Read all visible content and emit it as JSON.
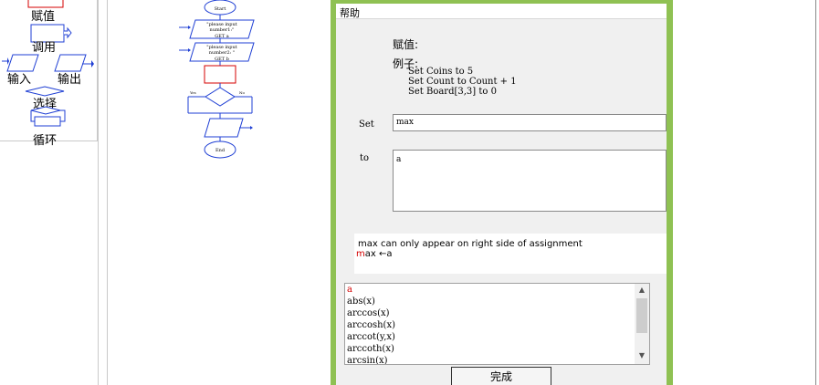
{
  "toolbox": {
    "items": [
      {
        "label": "赋值",
        "icon": "assignment-shape-icon"
      },
      {
        "label": "调用",
        "icon": "call-shape-icon"
      },
      {
        "label": "输入",
        "icon": "input-shape-icon"
      },
      {
        "label": "输出",
        "icon": "output-shape-icon"
      },
      {
        "label": "选择",
        "icon": "selection-shape-icon"
      },
      {
        "label": "循环",
        "icon": "loop-shape-icon"
      }
    ]
  },
  "flowchart": {
    "start_label": "Start",
    "input1_label": "\"please input number1:\" GET a",
    "input1_line1": "\"please input",
    "input1_line2": "number1:\"",
    "input1_line3": "GET a",
    "input2_line1": "\"please input",
    "input2_line2": "number2: \"",
    "input2_line3": "GET b",
    "decision_yes": "Yes",
    "decision_no": "No",
    "end_label": "End"
  },
  "dialog": {
    "title": "帮助",
    "help_title": "赋值:",
    "example_head": "例子:",
    "examples": [
      "Set Coins to 5",
      "Set Count to Count + 1",
      "Set Board[3,3] to 0"
    ],
    "set_label": "Set",
    "set_value": "max",
    "to_label": "to",
    "to_value": "a",
    "message_line1": "max can only appear on right side of assignment",
    "message_line2_prefix": "m",
    "message_line2_rest": "ax ←a",
    "functions": [
      "a",
      "abs(x)",
      "arccos(x)",
      "arccosh(x)",
      "arccot(y,x)",
      "arccoth(x)",
      "arcsin(x)"
    ],
    "done_label": "完成"
  },
  "colors": {
    "dialog_frame": "#8fc153",
    "shape_blue": "#1f3fd4",
    "shape_red": "#d40000",
    "error_red": "#d40000"
  }
}
